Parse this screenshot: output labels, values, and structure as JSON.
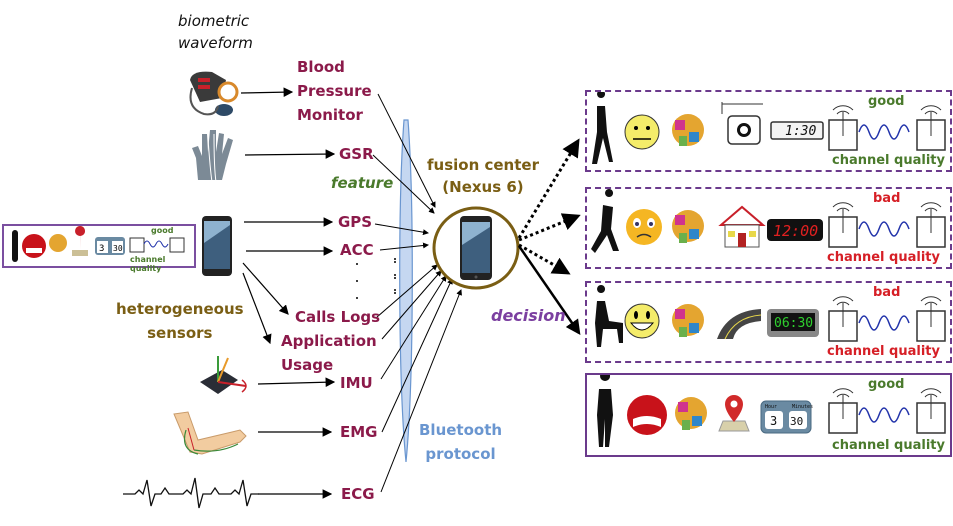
{
  "labels": {
    "biometric": [
      "biometric",
      "waveform"
    ],
    "feature": "feature",
    "heterogeneous": [
      "heterogeneous",
      "sensors"
    ],
    "fusion_center": [
      "fusion center",
      "(Nexus 6)"
    ],
    "decision": "decision",
    "bluetooth": [
      "Bluetooth",
      "protocol"
    ]
  },
  "sensors": {
    "bp": [
      "Blood",
      "Pressure",
      "Monitor"
    ],
    "gsr": "GSR",
    "gps": "GPS",
    "acc": "ACC",
    "calls": "Calls Logs",
    "app": [
      "Application",
      "Usage"
    ],
    "imu": "IMU",
    "emg": "EMG",
    "ecg": "ECG"
  },
  "icons": {
    "bp": "blood-pressure-monitor-icon",
    "gsr": "hand-electrodes-icon",
    "phone": "smartphone-icon",
    "imu": "imu-chip-icon",
    "emg": "arm-electrodes-icon",
    "ecg": "ecg-waveform-icon"
  },
  "contexts": [
    {
      "activity": "walking",
      "emotion": "neutral",
      "location": "restaurant",
      "time": "1:30",
      "clock": "lcd",
      "quality": "good",
      "quality_label": "channel quality",
      "border": "dashed"
    },
    {
      "activity": "running",
      "emotion": "sad",
      "location": "home",
      "time": "12:00",
      "clock": "red-led",
      "quality": "bad",
      "quality_label": "channel quality",
      "border": "dashed"
    },
    {
      "activity": "sitting",
      "emotion": "happy",
      "location": "road",
      "time": "06:30",
      "clock": "green-led",
      "quality": "bad",
      "quality_label": "channel quality",
      "border": "dashed"
    },
    {
      "activity": "standing",
      "emotion": "angry",
      "location": "map-pin",
      "time_hour": "3",
      "time_min": "30",
      "hour_label": "Hour",
      "min_label": "Minutes",
      "clock": "hour-min",
      "quality": "good",
      "quality_label": "channel quality",
      "border": "solid"
    }
  ],
  "mini_context": {
    "quality": "good",
    "quality_label": "channel quality",
    "time_hour": "3",
    "time_min": "30"
  },
  "colors": {
    "sensor": "#8b1a4a",
    "feature": "#4a7a2c",
    "fusion": "#7a5e14",
    "decision": "#7b3fa0",
    "bluetooth": "#6a96d0",
    "good": "#4a7a2c",
    "bad": "#d61f26",
    "box": "#6b3a8c"
  }
}
